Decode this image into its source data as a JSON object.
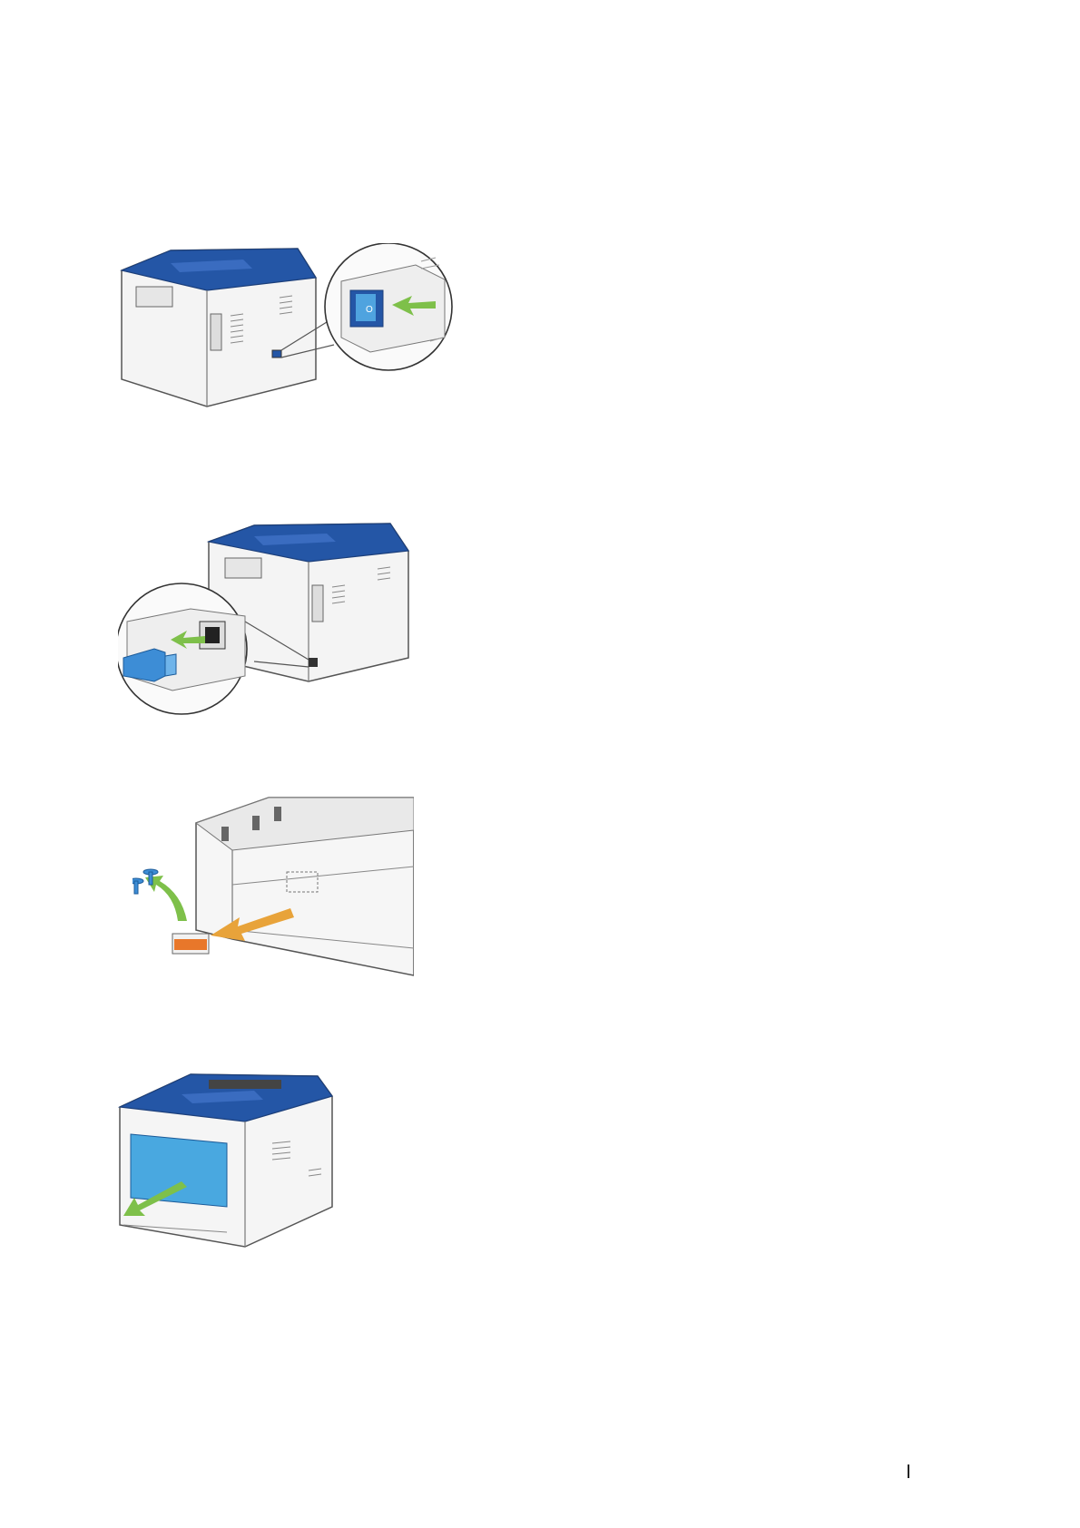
{
  "figures": [
    {
      "id": "fig-power-switch",
      "icon": "printer-power-switch-off-icon"
    },
    {
      "id": "fig-power-cord",
      "icon": "printer-power-cord-unplug-icon"
    },
    {
      "id": "fig-feeder-tape",
      "icon": "feeder-tape-and-pins-removal-icon"
    },
    {
      "id": "fig-paper-tray",
      "icon": "printer-paper-tray-pull-out-icon"
    }
  ],
  "colors": {
    "printer_blue": "#2456a6",
    "arrow_green": "#7ec04a",
    "arrow_orange": "#e8a33a",
    "tray_blue": "#49a8e0",
    "line_gray": "#555555"
  }
}
